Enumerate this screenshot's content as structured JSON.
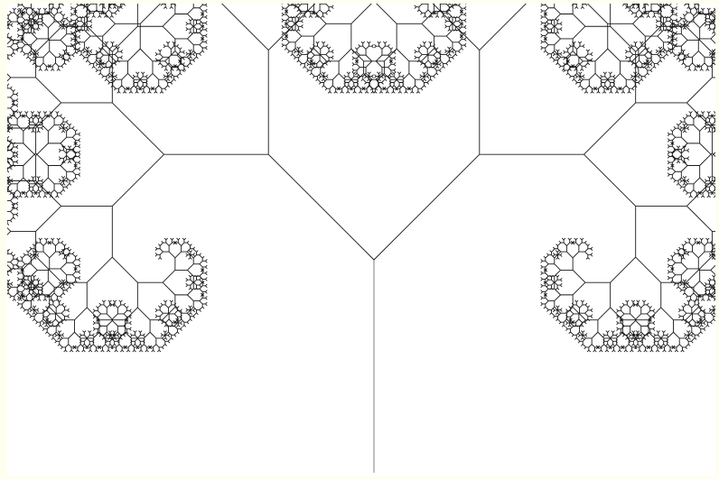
{
  "figure": {
    "type": "fractal-tree",
    "branch_angle_degrees": 45,
    "scale_ratio": 0.7,
    "recursion_depth": 13,
    "colors": {
      "background": "#fffff0",
      "canvas": "#ffffff",
      "stroke": "#1a1a1a",
      "trunk": "#b0b0b0"
    }
  }
}
